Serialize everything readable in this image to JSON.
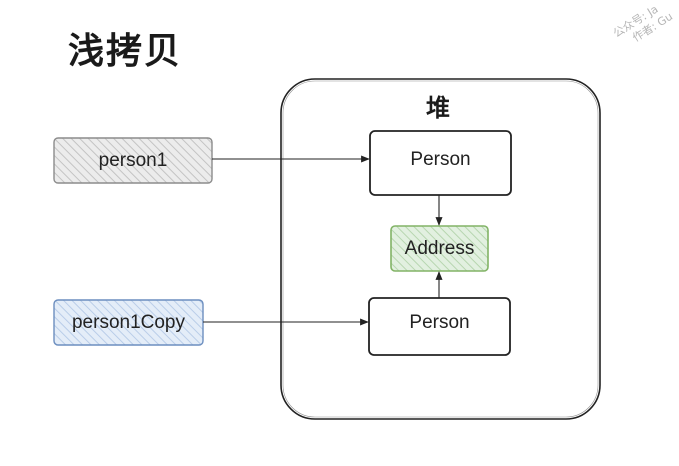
{
  "title": "浅拷贝",
  "heap_label": "堆",
  "nodes": {
    "person1": "person1",
    "person1_copy": "person1Copy",
    "person_top": "Person",
    "address": "Address",
    "person_bottom": "Person"
  },
  "watermark": {
    "line1": "公众号: Ja",
    "line2": "作者: Gu"
  },
  "colors": {
    "gray_fill": "#e4e4e4",
    "blue_fill": "#dae7f6",
    "green_fill": "#d5e8d4",
    "green_stroke": "#82b366",
    "blue_stroke": "#6c8ebf"
  }
}
